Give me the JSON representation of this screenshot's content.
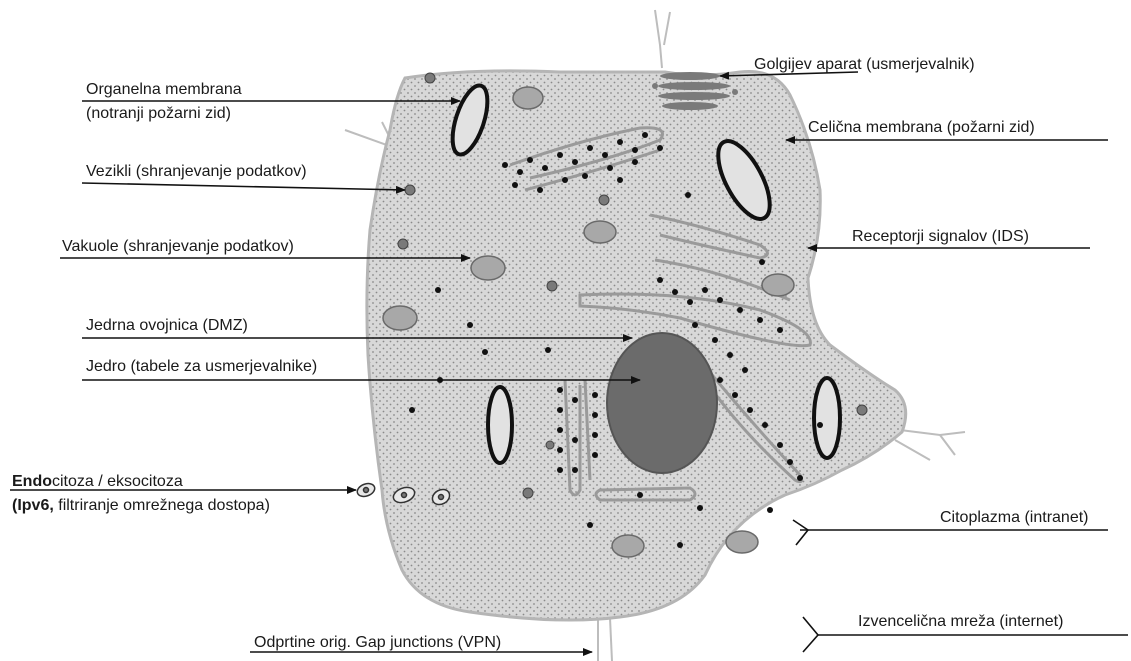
{
  "labels": {
    "organelle_membrane": "Organelna membrana",
    "organelle_membrane_sub": "(notranji požarni zid)",
    "golgi": "Golgijev aparat (usmerjevalnik)",
    "cell_membrane": "Celična membrana (požarni zid)",
    "vesicles": "Vezikli (shranjevanje podatkov)",
    "vacuoles": "Vakuole (shranjevanje podatkov)",
    "receptors": "Receptorji signalov (IDS)",
    "nuclear_envelope": "Jedrna ovojnica (DMZ)",
    "nucleus": "Jedro (tabele za usmerjevalnike)",
    "endo_bold": "Endo",
    "endo_rest": "citoza / eksocitoza",
    "ipv6_bold": "(Ipv6,",
    "ipv6_rest": " filtriranje omrežnega dostopa)",
    "cytoplasm": "Citoplazma (intranet)",
    "extracellular": "Izvencelična mreža (internet)",
    "gap_junctions": "Odprtine orig. Gap junctions (VPN)"
  },
  "colors": {
    "cell_fill": "#d6d6d6",
    "nucleus": "#6b6b6b",
    "vacuole": "#a8a8a8",
    "vesicle": "#7a7a7a",
    "er_dot": "#111111",
    "line": "#222222"
  }
}
